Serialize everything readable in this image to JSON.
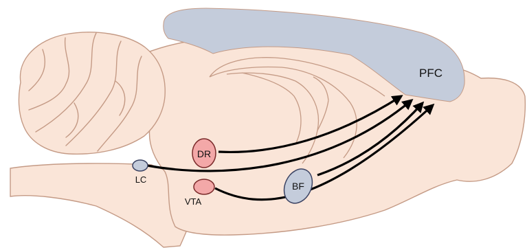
{
  "regions": {
    "pfc": {
      "label": "PFC",
      "color": "#c4ccdb"
    },
    "dr": {
      "label": "DR",
      "color": "#f3a8a8"
    },
    "lc": {
      "label": "LC",
      "color": "#c4ccdb"
    },
    "vta": {
      "label": "VTA",
      "color": "#f3a8a8"
    },
    "bf": {
      "label": "BF",
      "color": "#c4ccdb"
    }
  },
  "colors": {
    "brain_fill": "#fae5d8",
    "brain_outline": "#c49a85",
    "arrow": "#000000"
  }
}
